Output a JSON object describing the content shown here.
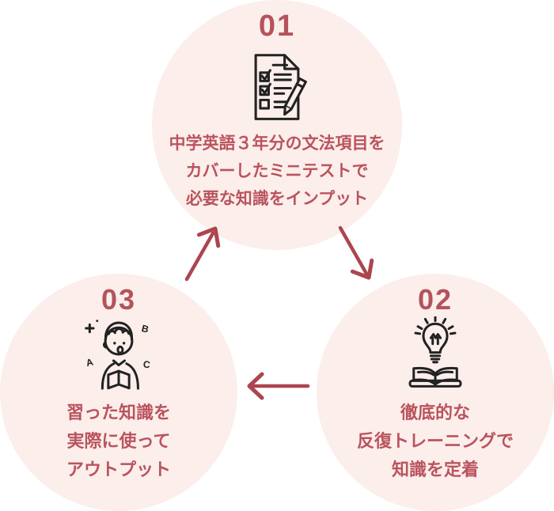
{
  "diagram_title": "learning-cycle-3-steps",
  "colors": {
    "background": "#ffffff",
    "circle_fill": "#FBEEEB",
    "text": "#BA535D",
    "number": "#B5525B",
    "arrow": "#AC454F",
    "icon_stroke": "#222222"
  },
  "steps": [
    {
      "number": "01",
      "icon": "checklist-pencil-icon",
      "lines": [
        "中学英語３年分の文法項目を",
        "カバーしたミニテストで",
        "必要な知識をインプット"
      ]
    },
    {
      "number": "02",
      "icon": "lightbulb-book-icon",
      "lines": [
        "徹底的な",
        "反復トレーニングで",
        "知識を定着"
      ]
    },
    {
      "number": "03",
      "icon": "speaking-student-icon",
      "icon_letters": [
        "A",
        "B",
        "C"
      ],
      "lines": [
        "習った知識を",
        "実際に使って",
        "アウトプット"
      ]
    }
  ],
  "arrows": [
    {
      "from": "01",
      "to": "02"
    },
    {
      "from": "02",
      "to": "03"
    },
    {
      "from": "03",
      "to": "01"
    }
  ]
}
